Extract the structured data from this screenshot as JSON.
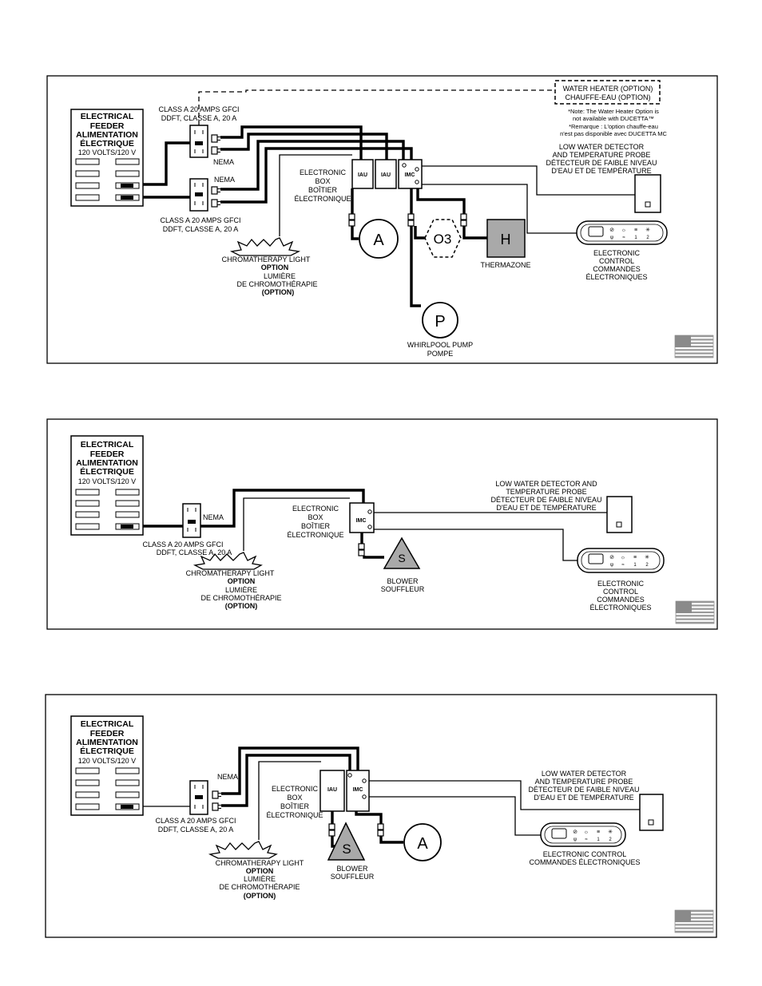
{
  "feeder": {
    "line1": "ELECTRICAL",
    "line2": "FEEDER",
    "line3": "ALIMENTATION",
    "line4": "ÉLECTRIQUE",
    "voltage": "120 VOLTS/120 V"
  },
  "gfci": {
    "line1": "CLASS A 20 AMPS GFCI",
    "line2": "DDFT, CLASSE A, 20 A"
  },
  "nema": "NEMA",
  "box": {
    "line1": "ELECTRONIC",
    "line2": "BOX",
    "line3": "BOÎTIER",
    "line4": "ÉLECTRONIQUE",
    "iau": "IAU",
    "imc": "IMC"
  },
  "chroma": {
    "line1": "CHROMATHERAPY LIGHT",
    "line2": "OPTION",
    "line3": "LUMIÈRE",
    "line4": "DE CHROMOTHÉRAPIE",
    "line5": "(OPTION)"
  },
  "detector": {
    "line1": "LOW WATER DETECTOR",
    "line2": "AND TEMPERATURE PROBE",
    "line3": "DÉTECTEUR DE FAIBLE NIVEAU",
    "line4": "D'EAU ET DE TEMPÉRATURE",
    "alt1": "LOW WATER DETECTOR AND",
    "alt2": "TEMPERATURE PROBE"
  },
  "control": {
    "line1": "ELECTRONIC",
    "line2": "CONTROL",
    "line3": "COMMANDES",
    "line4": "ÉLECTRONIQUES",
    "combined1": "ELECTRONIC  CONTROL",
    "combined2": "COMMANDES ÉLECTRONIQUES"
  },
  "heater": {
    "line1": "WATER HEATER (OPTION)",
    "line2": "CHAUFFE-EAU (OPTION)",
    "note1": "*Note: The Water Heater Option is",
    "note2": "not available with DUCETTA™",
    "note3": "*Remarque : L'option chauffe-eau",
    "note4": "n'est pas disponible avec DUCETTA MC"
  },
  "components": {
    "a": "A",
    "p": "P",
    "h": "H",
    "s": "S",
    "o3": "O3"
  },
  "thermazone": "THERMAZONE",
  "pump": {
    "line1": "WHIRLPOOL PUMP",
    "line2": "POMPE"
  },
  "blower": {
    "line1": "BLOWER",
    "line2": "SOUFFLEUR"
  }
}
